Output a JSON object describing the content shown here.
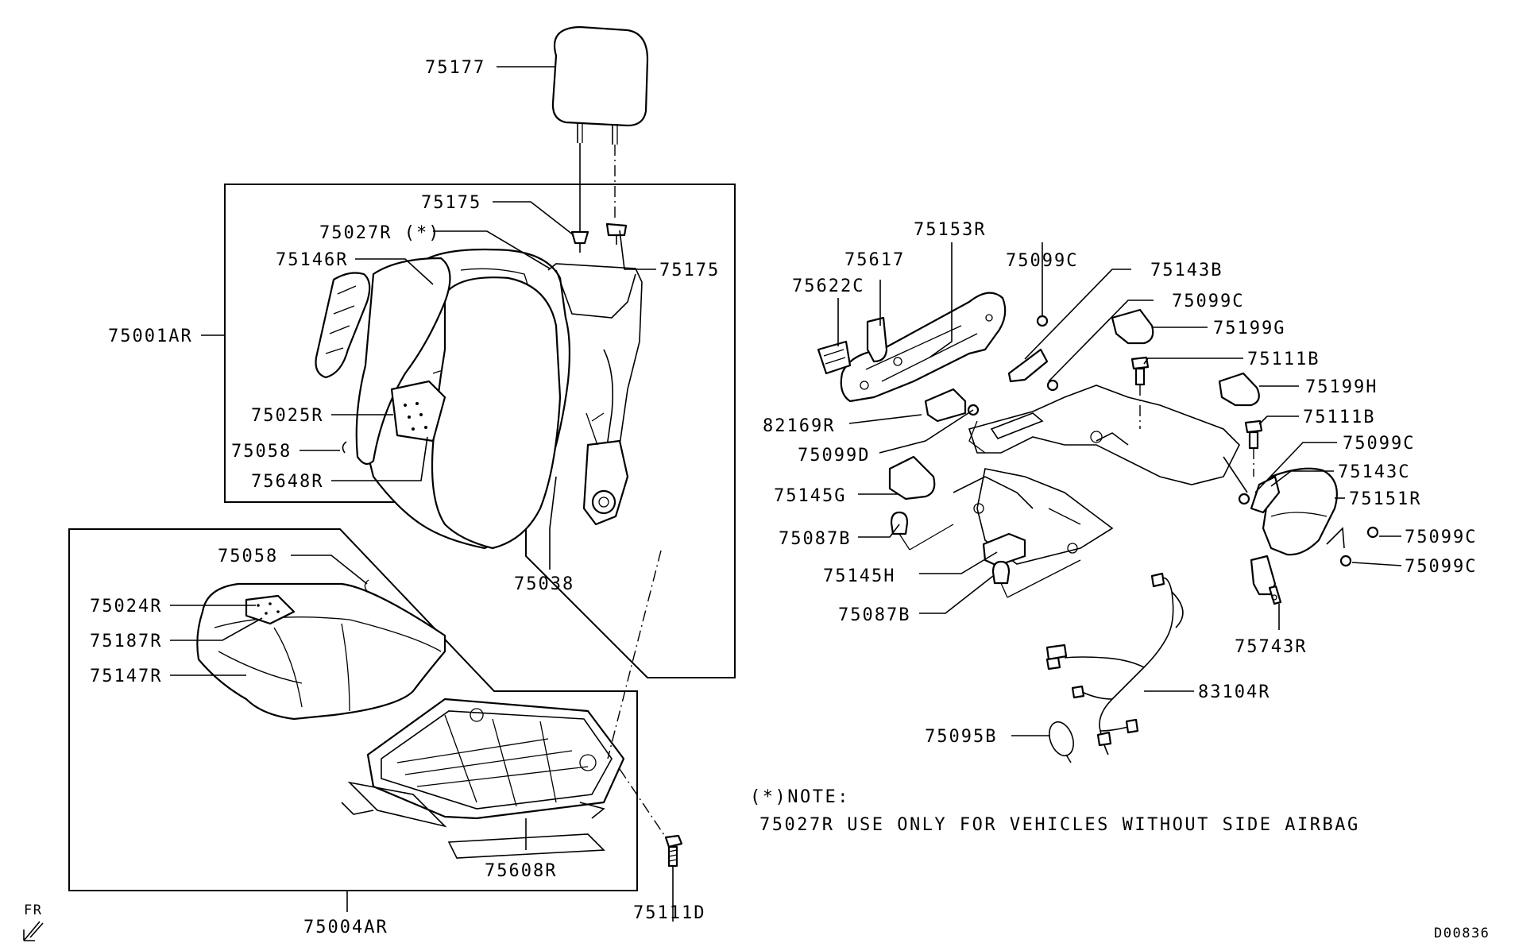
{
  "labels": {
    "p75177": "75177",
    "p75175_a": "75175",
    "p75175_b": "75175",
    "p75027R": "75027R (*)",
    "p75146R": "75146R",
    "p75001AR": "75001AR",
    "p75025R": "75025R",
    "p75058_a": "75058",
    "p75648R": "75648R",
    "p75038": "75038",
    "p75058_b": "75058",
    "p75024R": "75024R",
    "p75187R": "75187R",
    "p75147R": "75147R",
    "p75608R": "75608R",
    "p75004AR": "75004AR",
    "p75111D": "75111D",
    "p75153R": "75153R",
    "p75617": "75617",
    "p75622C": "75622C",
    "p82169R": "82169R",
    "p75099D": "75099D",
    "p75145G": "75145G",
    "p75087B_a": "75087B",
    "p75145H": "75145H",
    "p75087B_b": "75087B",
    "p75099C_a": "75099C",
    "p75143B": "75143B",
    "p75099C_b": "75099C",
    "p75199G": "75199G",
    "p75111B_a": "75111B",
    "p75199H": "75199H",
    "p75111B_b": "75111B",
    "p75099C_c": "75099C",
    "p75143C": "75143C",
    "p75151R": "75151R",
    "p75099C_d": "75099C",
    "p75099C_e": "75099C",
    "p75743R": "75743R",
    "p83104R": "83104R",
    "p75095B": "75095B"
  },
  "note": {
    "line1": "(*)NOTE:",
    "line2": "75027R USE ONLY FOR VEHICLES WITHOUT SIDE AIRBAG"
  },
  "front_marker": "FR",
  "diagram_code": "D00836"
}
